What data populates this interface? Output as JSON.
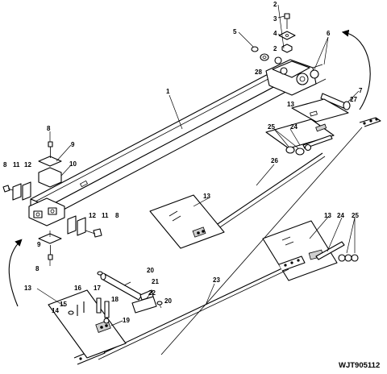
{
  "figure_code": "WJT905112",
  "callouts": {
    "c1": "1",
    "c2": "2",
    "c3": "3",
    "c4": "4",
    "c5": "5",
    "c6": "6",
    "c7": "7",
    "c8a": "8",
    "c8b": "8",
    "c8c": "8",
    "c8d": "8",
    "c9a": "9",
    "c9b": "9",
    "c10": "10",
    "c11a": "11",
    "c11b": "11",
    "c12a": "12",
    "c12b": "12",
    "c13a": "13",
    "c13b": "13",
    "c13c": "13",
    "c13d": "13",
    "c14": "14",
    "c15": "15",
    "c16": "16",
    "c17": "17",
    "c18": "18",
    "c19": "19",
    "c20a": "20",
    "c20b": "20",
    "c21": "21",
    "c22": "22",
    "c23": "23",
    "c24a": "24",
    "c24b": "24",
    "c25a": "25",
    "c25b": "25",
    "c26": "26",
    "c27": "27",
    "c28": "28"
  }
}
